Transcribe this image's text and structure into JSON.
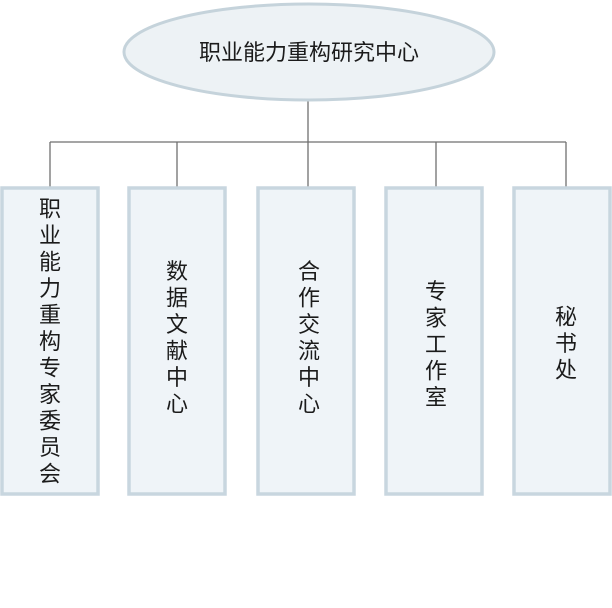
{
  "root": {
    "label": "职业能力重构研究中心"
  },
  "departments": [
    {
      "label": "职业能力重构专家委员会"
    },
    {
      "label": "数据文献中心"
    },
    {
      "label": "合作交流中心"
    },
    {
      "label": "专家工作室"
    },
    {
      "label": "秘书处"
    }
  ],
  "colors": {
    "ellipse_fill": "#edf2f5",
    "ellipse_stroke": "#c5d3db",
    "box_fill": "#eff4f8",
    "box_stroke": "#c8d6df",
    "connector": "#6f6f6f",
    "text": "#1b1b1b"
  }
}
